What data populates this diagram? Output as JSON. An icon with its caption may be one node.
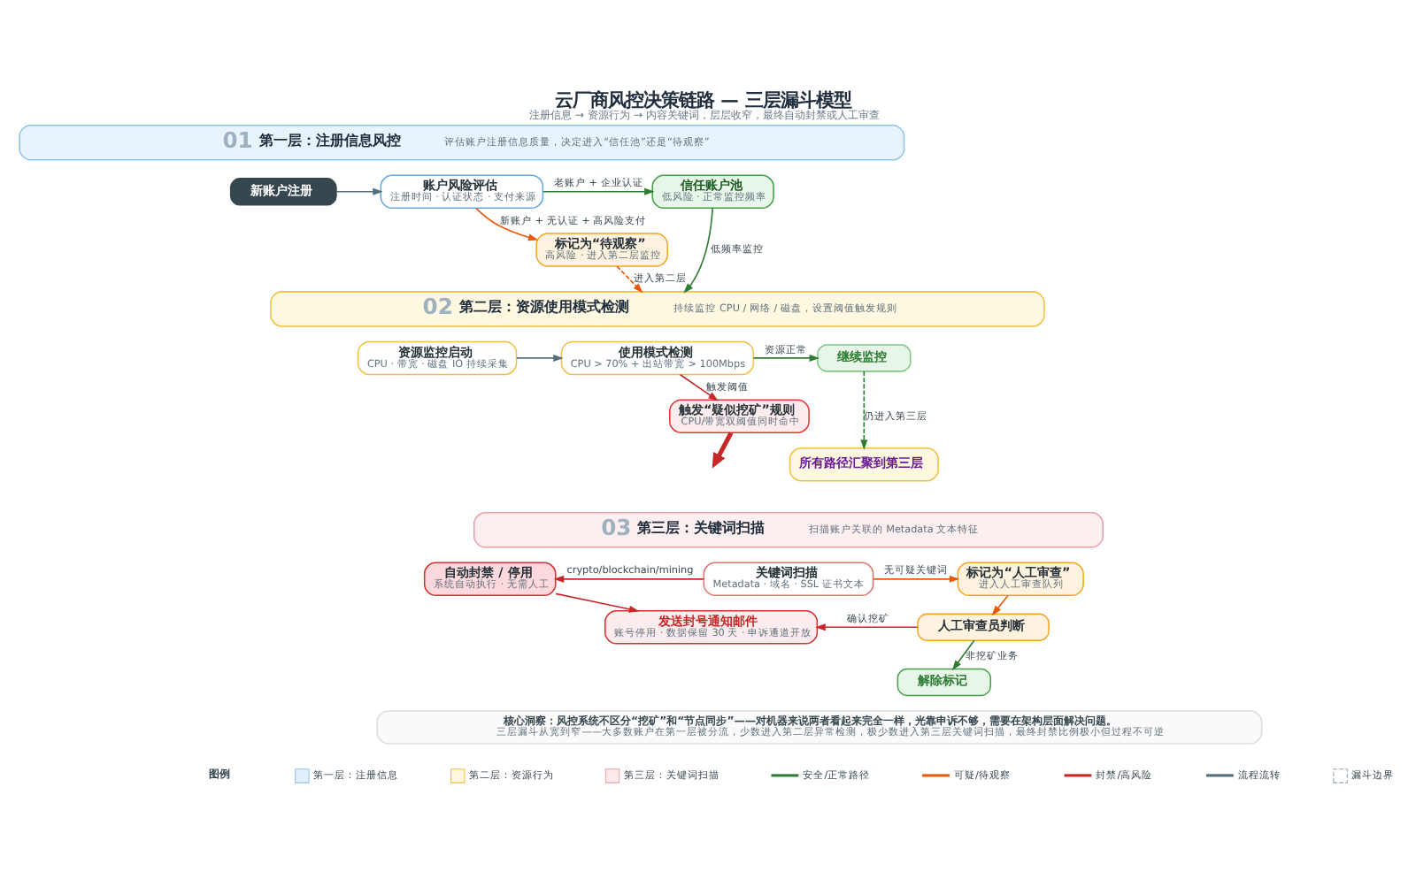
{
  "diagram": {
    "title": "云厂商风控决策链路 — 三层漏斗模型",
    "caption": "注册信息 → 资源行为 → 内容关键词，层层收窄，最终自动封禁或人工审查",
    "nodes": [
      {
        "text": [
          "01",
          "第一层：注册信息风控",
          "评估账户注册信息质量，决定进入“信任池”还是“待观察”"
        ]
      },
      {
        "text": [
          "新账户注册"
        ]
      },
      {
        "text": [
          "账户风险评估",
          "注册时间 · 认证状态 · 支付来源"
        ]
      },
      {
        "text": [
          "信任账户池",
          "低风险 · 正常监控频率"
        ]
      },
      {
        "text": [
          "标记为“待观察”",
          "高风险 · 进入第二层监控"
        ]
      },
      {
        "text": [
          "02",
          "第二层：资源使用模式检测",
          "持续监控 CPU / 网络 / 磁盘，设置阈值触发规则"
        ]
      },
      {
        "text": [
          "资源监控启动",
          "CPU · 带宽 · 磁盘 IO 持续采集"
        ]
      },
      {
        "text": [
          "使用模式检测",
          "CPU > 70% + 出站带宽 > 100Mbps"
        ]
      },
      {
        "text": [
          "继续监控"
        ]
      },
      {
        "text": [
          "触发“疑似挖矿”规则",
          "CPU/带宽双阈值同时命中"
        ]
      },
      {
        "text": [
          "所有路径汇聚到第三层"
        ]
      },
      {
        "text": [
          "03",
          "第三层：关键词扫描",
          "扫描账户关联的 Metadata 文本特征"
        ]
      },
      {
        "text": [
          "自动封禁 / 停用",
          "系统自动执行 · 无需人工"
        ]
      },
      {
        "text": [
          "关键词扫描",
          "Metadata · 域名 · SSL 证书文本"
        ]
      },
      {
        "text": [
          "标记为“人工审查”",
          "进入人工审查队列"
        ]
      },
      {
        "text": [
          "发送封号通知邮件",
          "账号停用 · 数据保留 30 天 · 申诉通道开放"
        ]
      },
      {
        "text": [
          "人工审查员判断"
        ]
      },
      {
        "text": [
          "解除标记"
        ]
      },
      {
        "text": [
          "核心洞察：风控系统不区分“挖矿”和“节点同步”——对机器来说两者看起来完全一样，光靠申诉不够，需要在架构层面解决问题。",
          "三层漏斗从宽到窄——大多数账户在第一层被分流，少数进入第二层异常检测，极少数进入第三层关键词扫描，最终封禁比例极小但过程不可逆"
        ]
      }
    ],
    "edges": [
      {
        "from": 1,
        "to": 2,
        "arrow": "to",
        "color": "#546e7a"
      },
      {
        "from": 2,
        "to": 3,
        "arrow": "to",
        "label": "老账户 + 企业认证",
        "color": "#2e7d32"
      },
      {
        "from": 2,
        "to": 4,
        "arrow": "to",
        "label": "新账户 + 无认证 + 高风险支付",
        "color": "#e8590c"
      },
      {
        "from": 4,
        "to": 5,
        "arrow": "to",
        "label": "进入第二层",
        "style": "dashed",
        "color": "#e8590c"
      },
      {
        "from": 3,
        "to": 5,
        "arrow": "to",
        "label": "低频率监控",
        "color": "#2e7d32"
      },
      {
        "from": 6,
        "to": 7,
        "arrow": "to",
        "color": "#546e7a"
      },
      {
        "from": 7,
        "to": 8,
        "arrow": "to",
        "label": "资源正常",
        "color": "#2e7d32"
      },
      {
        "from": 7,
        "to": 9,
        "arrow": "to",
        "label": "触发阈值",
        "color": "#c62828"
      },
      {
        "from": 8,
        "to": 10,
        "arrow": "to",
        "label": "仍进入第三层",
        "style": "dashed",
        "color": "#2e7d32"
      },
      {
        "from": 9,
        "to": null,
        "arrow": "to",
        "style": "thick",
        "color": "#c62828"
      },
      {
        "from": 13,
        "to": 12,
        "arrow": "to",
        "label": "crypto/blockchain/mining",
        "color": "#c62828"
      },
      {
        "from": 13,
        "to": 14,
        "arrow": "to",
        "label": "无可疑关键词",
        "color": "#e8590c"
      },
      {
        "from": 12,
        "to": 15,
        "arrow": "to",
        "color": "#c62828"
      },
      {
        "from": 14,
        "to": 16,
        "arrow": "to",
        "color": "#e8590c"
      },
      {
        "from": 16,
        "to": 15,
        "arrow": "to",
        "label": "确认挖矿",
        "color": "#c62828"
      },
      {
        "from": 16,
        "to": 17,
        "arrow": "to",
        "label": "非挖矿业务",
        "color": "#2e7d32"
      }
    ],
    "labels": [
      "图例"
    ],
    "legend": [
      {
        "text": "第一层：注册信息",
        "color": "#e3f0fc"
      },
      {
        "text": "第二层：资源行为",
        "color": "#fff6dc"
      },
      {
        "text": "第三层：关键词扫描",
        "color": "#fde8ea"
      },
      {
        "text": "安全/正常路径"
      },
      {
        "text": "可疑/待观察"
      },
      {
        "text": "封禁/高风险"
      },
      {
        "text": "流程流转"
      },
      {
        "text": "漏斗边界"
      }
    ]
  }
}
